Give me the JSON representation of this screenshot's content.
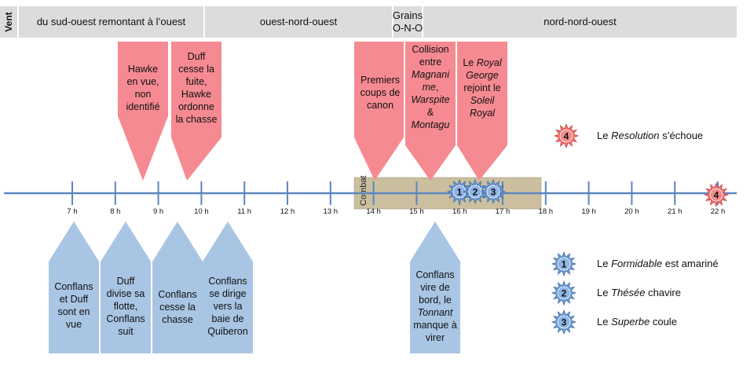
{
  "wind": {
    "label": "Vent",
    "bands": [
      {
        "text": "du sud-ouest remontant à l’ouest"
      },
      {
        "text": "ouest-nord-ouest"
      },
      {
        "text": "Grains\nO-N-O"
      },
      {
        "text": "nord-nord-ouest"
      }
    ]
  },
  "timeline": {
    "hour_labels": [
      "7 h",
      "8 h",
      "9 h",
      "10 h",
      "11 h",
      "12 h",
      "13 h",
      "14 h",
      "15 h",
      "16 h",
      "17 h",
      "18 h",
      "19 h",
      "20 h",
      "21 h",
      "22 h"
    ],
    "combat_label": "Combat"
  },
  "events_top": [
    {
      "text": "Hawke\nen vue,\nnon\nidentifié"
    },
    {
      "text": "Duff\ncesse la\nfuite,\nHawke\nordonne\nla chasse"
    },
    {
      "text": "Premiers\ncoups de\ncanon"
    },
    {
      "html": "Collision<br>entre<br><i>Magnani</i><br><i>me</i>,<br><i>Warspite</i><br>&amp;<br><i>Montagu</i>"
    },
    {
      "html": "Le <i>Royal</i><br><i>George</i><br>rejoint le<br><i>Soleil</i><br><i>Royal</i>"
    }
  ],
  "events_bottom": [
    {
      "text": "Conflans\net Duff\nsont en\nvue"
    },
    {
      "text": "Duff\ndivise sa\nflotte,\nConflans\nsuit"
    },
    {
      "text": "Conflans\ncesse la\nchasse"
    },
    {
      "text": "Conflans\nse dirige\nvers la\nbaie de\nQuiberon"
    },
    {
      "html": "Conflans<br>vire de<br>bord, le<br><i>Tonnant</i><br>manque à<br>virer"
    }
  ],
  "markers": [
    {
      "num": "1",
      "kind": "blue"
    },
    {
      "num": "2",
      "kind": "blue"
    },
    {
      "num": "3",
      "kind": "blue"
    },
    {
      "num": "4",
      "kind": "red"
    }
  ],
  "legend": [
    {
      "num": "4",
      "kind": "red",
      "html": "Le <i>Resolution</i> s’échoue"
    },
    {
      "num": "1",
      "kind": "blue",
      "html": "Le <i>Formidable</i> est amariné"
    },
    {
      "num": "2",
      "kind": "blue",
      "html": "Le <i>Thésée</i> chavire"
    },
    {
      "num": "3",
      "kind": "blue",
      "html": "Le <i>Superbe</i> coule"
    }
  ],
  "colors": {
    "wind_band": "#dcdcdc",
    "timeline": "#5b87c0",
    "red_callout": "#f68a92",
    "blue_callout": "#a9c5e4",
    "combat_band": "#cbbf9f",
    "red_star": "#f06b6b",
    "blue_star": "#6f9bd6"
  }
}
